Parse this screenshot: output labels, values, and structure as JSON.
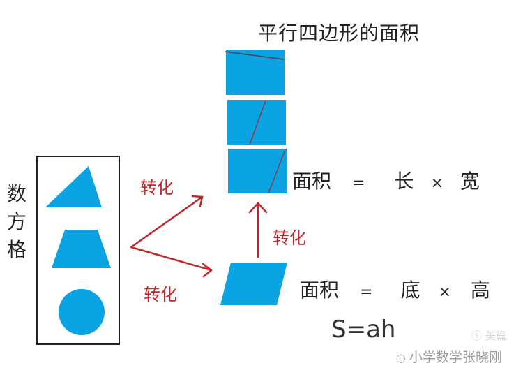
{
  "title": "平行四边形的面积",
  "side_label": [
    "数",
    "方",
    "格"
  ],
  "arrows": {
    "upper_label": "转化",
    "lower_label": "转化",
    "vertical_label": "转化"
  },
  "shapes": {
    "box_items": [
      "triangle",
      "trapezoid",
      "circle"
    ],
    "rectangle_steps": 3,
    "parallelogram": "parallelogram"
  },
  "formulas": {
    "rectangle": {
      "lhs": "面积",
      "eq": "=",
      "a": "长",
      "op": "×",
      "b": "宽"
    },
    "parallelogram": {
      "lhs": "面积",
      "eq": "=",
      "a": "底",
      "op": "×",
      "b": "高"
    },
    "symbolic": "S=ah"
  },
  "watermarks": {
    "meipian": "美篇",
    "account": "小学数学张晓刚"
  },
  "colors": {
    "shape_fill": "#0aa4e4",
    "arrow": "#c0282c",
    "cut_line": "#8a3a50",
    "text": "#222222"
  }
}
